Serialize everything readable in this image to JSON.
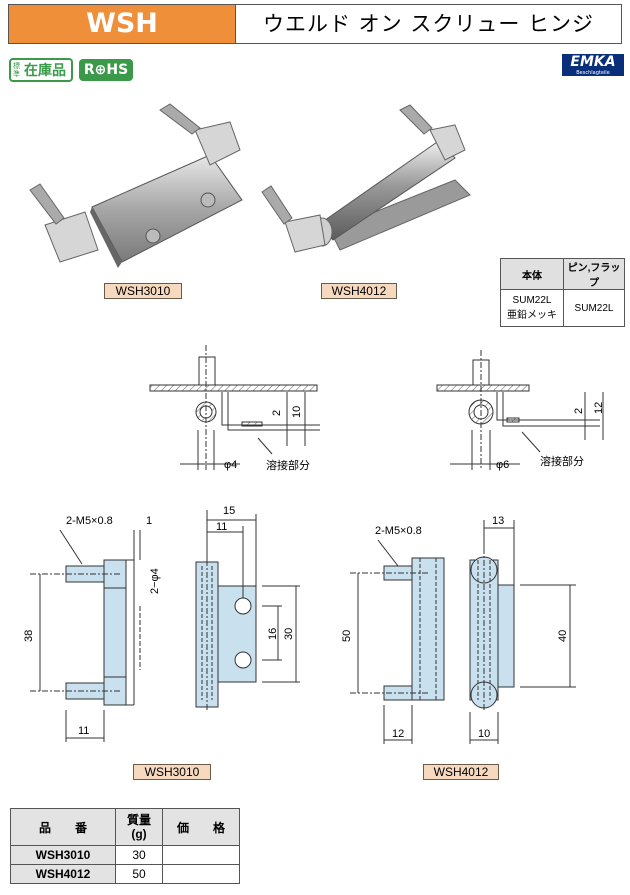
{
  "header": {
    "code": "WSH",
    "title": "ウエルド オン スクリュー ヒンジ"
  },
  "badges": {
    "stock_prefix": "標準",
    "stock_main": "在庫品",
    "rohs": "R⊕HS"
  },
  "logo": {
    "main": "EMKA",
    "sub": "Beschlagteile"
  },
  "products": {
    "left": "WSH3010",
    "right": "WSH4012"
  },
  "material_table": {
    "headers": [
      "本体",
      "ピン,フラップ"
    ],
    "body_line1": "SUM22L",
    "body_line2": "亜鉛メッキ",
    "pin": "SUM22L"
  },
  "section_views": {
    "left": {
      "dim_top": "2",
      "dim_bottom": "10",
      "dia": "φ4",
      "weld": "溶接部分"
    },
    "right": {
      "dim_top": "2",
      "dim_bottom": "12",
      "dia": "φ6",
      "weld": "溶接部分"
    }
  },
  "front_left": {
    "thread": "2-M5×0.8",
    "d1": "1",
    "d2": "2−φ4",
    "height": "38",
    "width": "11"
  },
  "side_left": {
    "w1": "15",
    "w2": "11",
    "h1": "16",
    "h2": "30"
  },
  "front_right": {
    "thread": "2-M5×0.8",
    "height": "50",
    "width": "12"
  },
  "side_right": {
    "w1": "13",
    "w2": "10",
    "h1": "40"
  },
  "spec_table": {
    "headers": [
      "品　　番",
      "質量\n(g)",
      "価　　格"
    ],
    "rows": [
      {
        "code": "WSH3010",
        "weight": "30",
        "price": ""
      },
      {
        "code": "WSH4012",
        "weight": "50",
        "price": ""
      }
    ]
  },
  "colors": {
    "orange": "#ef8f3a",
    "green": "#3a9a4a",
    "navy": "#0a2f7a",
    "part": "#c9e0ef",
    "label": "#f6d9bf"
  }
}
